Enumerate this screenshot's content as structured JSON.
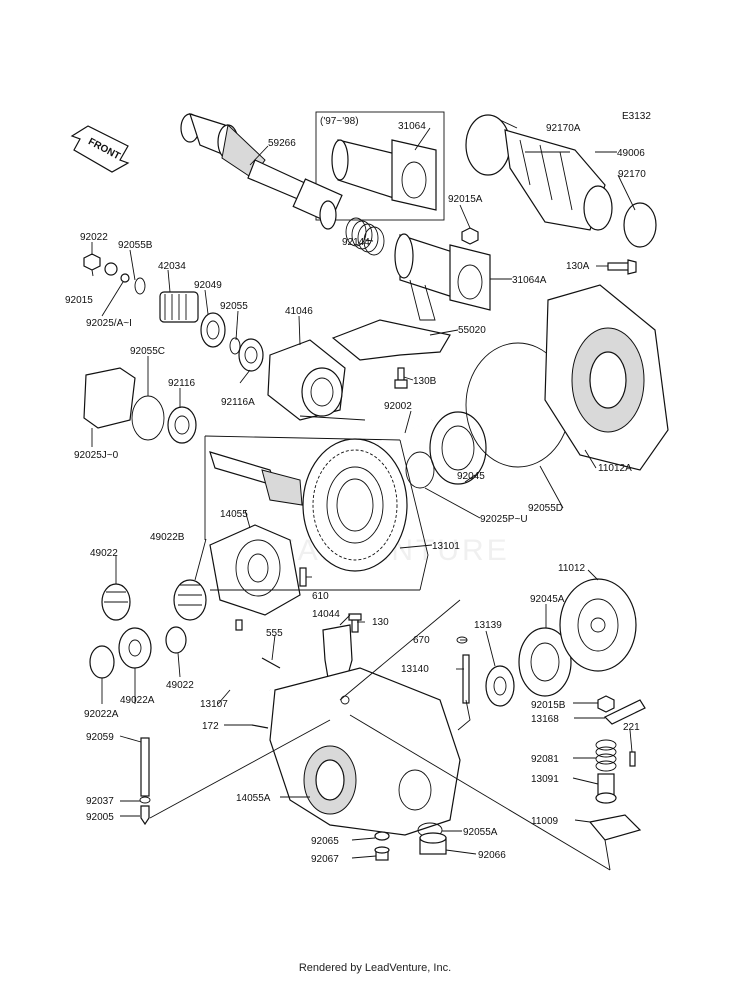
{
  "diagram_code": "E3132",
  "front_arrow_label": "FRONT",
  "year_box_label": "('97~'98)",
  "watermark": "LEADVENTURE",
  "footer": "Rendered by LeadVenture, Inc.",
  "part_labels": [
    "31064",
    "59266",
    "92170A",
    "49006",
    "92170",
    "92015A",
    "92144",
    "31064A",
    "130A",
    "92022",
    "92055B",
    "42034",
    "92049",
    "92055",
    "92015",
    "92025/A~I",
    "41046",
    "55020",
    "130B",
    "92116A",
    "92055C",
    "92116",
    "92025J~0",
    "92002",
    "11012A",
    "92045",
    "92055D",
    "92025P~U",
    "14055",
    "49022B",
    "13101",
    "49022",
    "610",
    "11012",
    "14044",
    "130",
    "92045A",
    "670",
    "13139",
    "555",
    "13140",
    "92022A",
    "49022A",
    "49022",
    "13107",
    "92015B",
    "13168",
    "172",
    "221",
    "92059",
    "92081",
    "13091",
    "92037",
    "14055A",
    "92005",
    "11009",
    "92065",
    "92055A",
    "92067",
    "92066"
  ]
}
